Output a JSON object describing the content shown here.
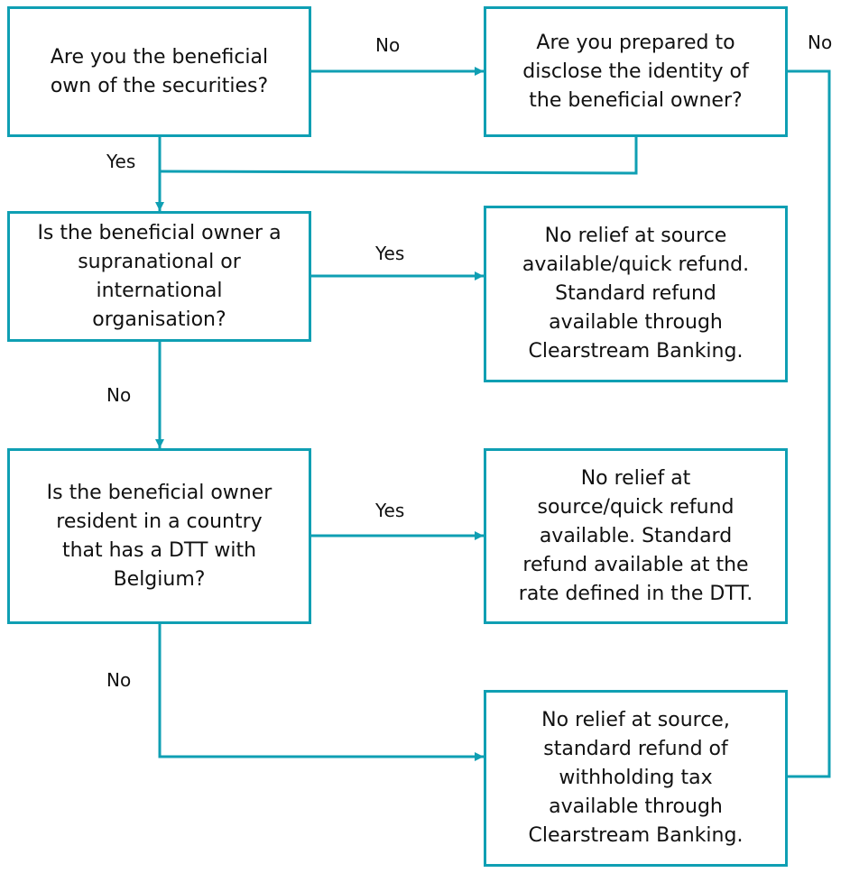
{
  "colors": {
    "line": "#0f9fb3",
    "text": "#111111",
    "background": "#ffffff"
  },
  "boxes": {
    "q_beneficial_own": "Are you the beneficial\nown of the securities?",
    "q_disclose": "Are you prepared to\ndisclose the identity of\nthe beneficial owner?",
    "q_supranational": "Is the beneficial owner a\nsupranational or\ninternational\norganisation?",
    "r_no_relief_clearstream": "No relief at source\navailable/quick refund.\nStandard refund\navailable through\nClearstream Banking.",
    "q_dtt_resident": "Is the beneficial owner\nresident in a country\nthat has a DTT with\nBelgium?",
    "r_no_relief_dtt": "No relief at\nsource/quick refund\navailable. Standard\nrefund available at the\nrate defined in the DTT.",
    "r_no_relief_withholding": "No relief at source,\nstandard refund of\nwithholding tax\navailable through\nClearstream Banking."
  },
  "labels": {
    "no_1": "No",
    "no_2": "No",
    "yes_1": "Yes",
    "yes_2": "Yes",
    "no_3": "No",
    "yes_3": "Yes",
    "no_4": "No"
  }
}
